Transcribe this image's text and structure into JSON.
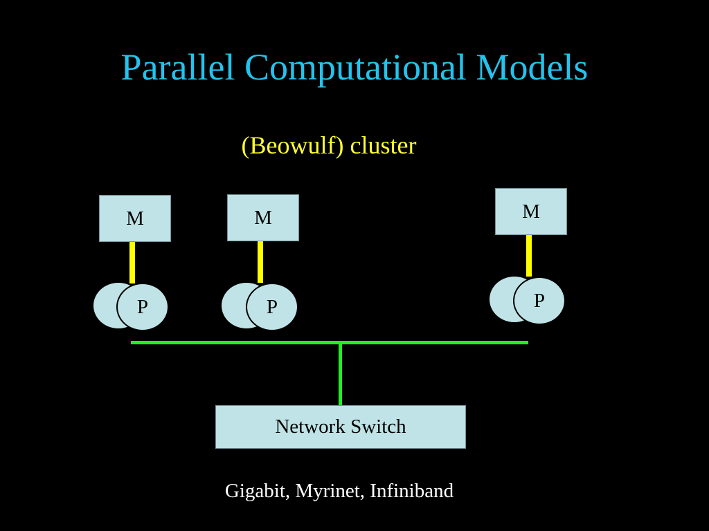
{
  "slide": {
    "title": "Parallel Computational Models",
    "subtitle": "(Beowulf) cluster",
    "caption": "Gigabit, Myrinet, Infiniband"
  },
  "nodes": [
    {
      "memory_label": "M",
      "processor_label": "P"
    },
    {
      "memory_label": "M",
      "processor_label": "P"
    },
    {
      "memory_label": "M",
      "processor_label": "P"
    }
  ],
  "switch": {
    "label": "Network Switch"
  },
  "colors": {
    "background": "#000000",
    "title": "#22c4ee",
    "subtitle": "#ffff33",
    "box_fill": "#bfe3e6",
    "memory_link": "#ffff00",
    "network_link": "#22ee22"
  }
}
